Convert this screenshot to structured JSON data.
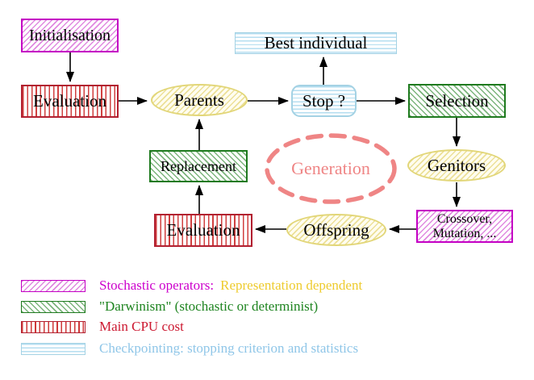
{
  "diagram": {
    "nodes": {
      "initialisation": "Initialisation",
      "evaluation_top": "Evaluation",
      "parents": "Parents",
      "best_individual": "Best individual",
      "stop": "Stop ?",
      "selection": "Selection",
      "genitors": "Genitors",
      "crossover_line1": "Crossover,",
      "crossover_line2": "Mutation, ...",
      "replacement": "Replacement",
      "evaluation_bottom": "Evaluation",
      "offspring": "Offspring",
      "generation": "Generation"
    },
    "edges": [
      {
        "from": "initialisation",
        "to": "evaluation_top"
      },
      {
        "from": "evaluation_top",
        "to": "parents"
      },
      {
        "from": "parents",
        "to": "stop"
      },
      {
        "from": "stop",
        "to": "best_individual"
      },
      {
        "from": "stop",
        "to": "selection"
      },
      {
        "from": "selection",
        "to": "genitors"
      },
      {
        "from": "genitors",
        "to": "crossover_mutation"
      },
      {
        "from": "crossover_mutation",
        "to": "offspring"
      },
      {
        "from": "offspring",
        "to": "evaluation_bottom"
      },
      {
        "from": "evaluation_bottom",
        "to": "replacement"
      },
      {
        "from": "replacement",
        "to": "parents"
      }
    ],
    "legend": {
      "rows": [
        {
          "swatch": "magenta-diagonal-hatch",
          "label": "Stochastic operators:",
          "label_suffix": "Representation dependent"
        },
        {
          "swatch": "green-diagonal-hatch",
          "label": "\"Darwinism\" (stochastic or determinist)",
          "label_suffix": ""
        },
        {
          "swatch": "red-vertical-stripes",
          "label": "Main CPU cost",
          "label_suffix": ""
        },
        {
          "swatch": "cyan-horizontal-stripes",
          "label": "Checkpointing: stopping criterion and statistics",
          "label_suffix": ""
        }
      ]
    },
    "colors": {
      "magenta": "#cc00cc",
      "red_crimson": "#b22030",
      "green": "#1e7a1e",
      "cyan_border": "#a4d2e4",
      "cyan_text": "#8fc6e8",
      "yellow_border": "#e2d678",
      "gold_text": "#eecb2d",
      "salmon_dashed": "#ef8585",
      "arrow_black": "#000000",
      "background": "#ffffff"
    }
  }
}
